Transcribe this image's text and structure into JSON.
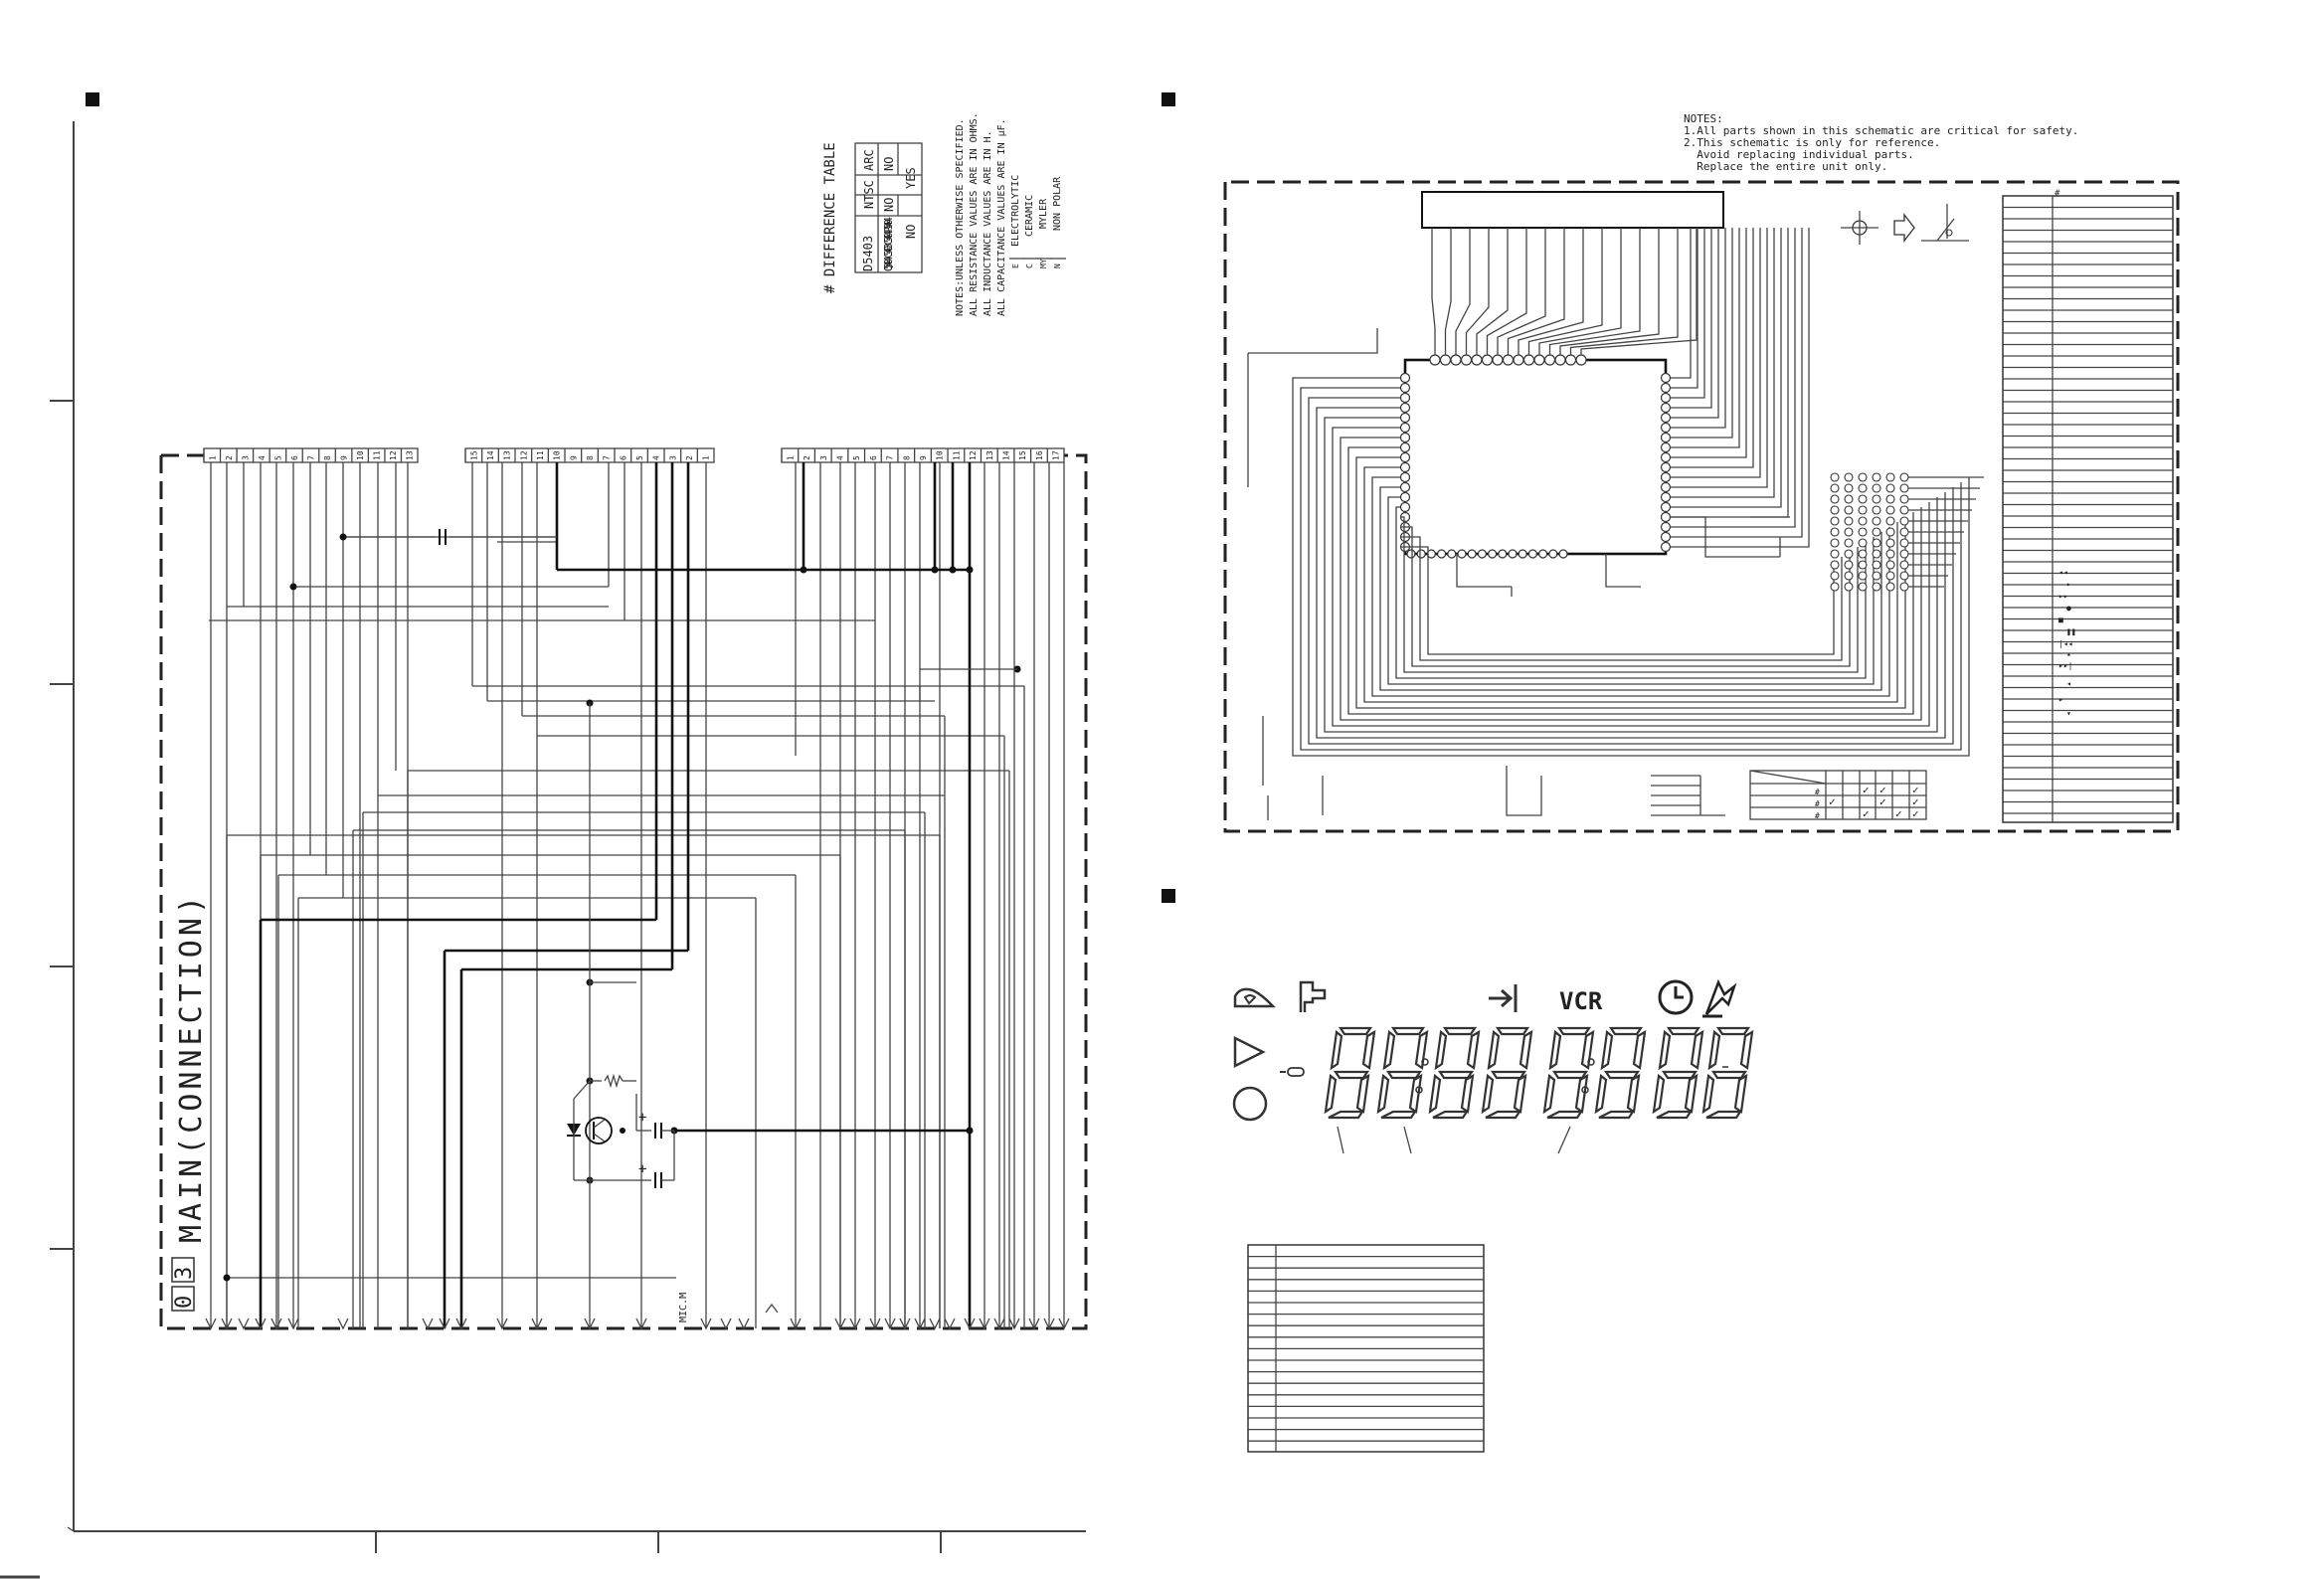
{
  "left_panel": {
    "title": "MAIN(CONNECTION)",
    "title_number": [
      "0",
      "3"
    ],
    "difference_table": {
      "title": "# DIFFERENCE TABLE",
      "headers": [
        "",
        "NTSC",
        "ARC"
      ],
      "rows": [
        [
          "D5403",
          "NO",
          "NO"
        ],
        [
          "Q5404 C5403 C5404 R5404",
          "NO",
          "YES"
        ]
      ]
    },
    "notes": [
      "NOTES:UNLESS OTHERWISE SPECIFIED.",
      "ALL RESISTANCE VALUES ARE IN OHMS.",
      "ALL INDUCTANCE VALUES ARE IN H.",
      "ALL CAPACITANCE VALUES ARE IN µF."
    ],
    "cap_legend": [
      "ELECTROLYTIC",
      "CERAMIC",
      "MYLER",
      "NON POLAR"
    ],
    "cap_legend_marks": [
      "E",
      "C",
      "MY",
      "N"
    ],
    "connector1_pins": [
      "1",
      "2",
      "3",
      "4",
      "5",
      "6",
      "7",
      "8",
      "9",
      "10",
      "11",
      "12",
      "13"
    ],
    "connector2_pins": [
      "15",
      "14",
      "13",
      "12",
      "11",
      "10",
      "9",
      "8",
      "7",
      "6",
      "5",
      "4",
      "3",
      "2",
      "1"
    ],
    "connector3_pins": [
      "1",
      "2",
      "3",
      "4",
      "5",
      "6",
      "7",
      "8",
      "9",
      "10",
      "11",
      "12",
      "13",
      "14",
      "15",
      "16",
      "17"
    ],
    "bottom_label": "MIC.M"
  },
  "right_panel": {
    "notes": [
      "NOTES:",
      "1.All parts shown in this schematic are critical for safety.",
      "2.This schematic is only for reference.",
      "  Avoid replacing individual parts.",
      "  Replace the entire unit only."
    ],
    "table_hash": "#",
    "symbols": [
      "◂◂",
      "▸",
      "▸▸",
      "●",
      "■",
      "❚❚",
      "|◂◂",
      "▴",
      "▸▸|",
      "◂",
      "▸",
      "▾"
    ],
    "check_marks": [
      "✓",
      "✓",
      "✓",
      "✓",
      "✓",
      "✓",
      "✓",
      "✓",
      "✓"
    ],
    "hash_marks": [
      "#",
      "#",
      "#"
    ]
  },
  "display": {
    "vcr_label": "VCR"
  }
}
